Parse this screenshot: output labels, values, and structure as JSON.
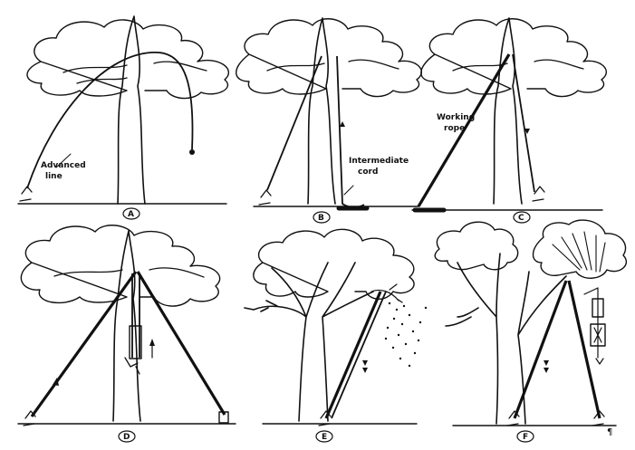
{
  "panels": [
    {
      "letter": "A",
      "labels": [
        "Advanced",
        "line"
      ]
    },
    {
      "letter": "B",
      "labels": [
        "Intermediate",
        "cord"
      ]
    },
    {
      "letter": "C",
      "labels": [
        "Working",
        "rope"
      ]
    },
    {
      "letter": "D"
    },
    {
      "letter": "E"
    },
    {
      "letter": "F"
    }
  ],
  "corner_mark": "¶"
}
